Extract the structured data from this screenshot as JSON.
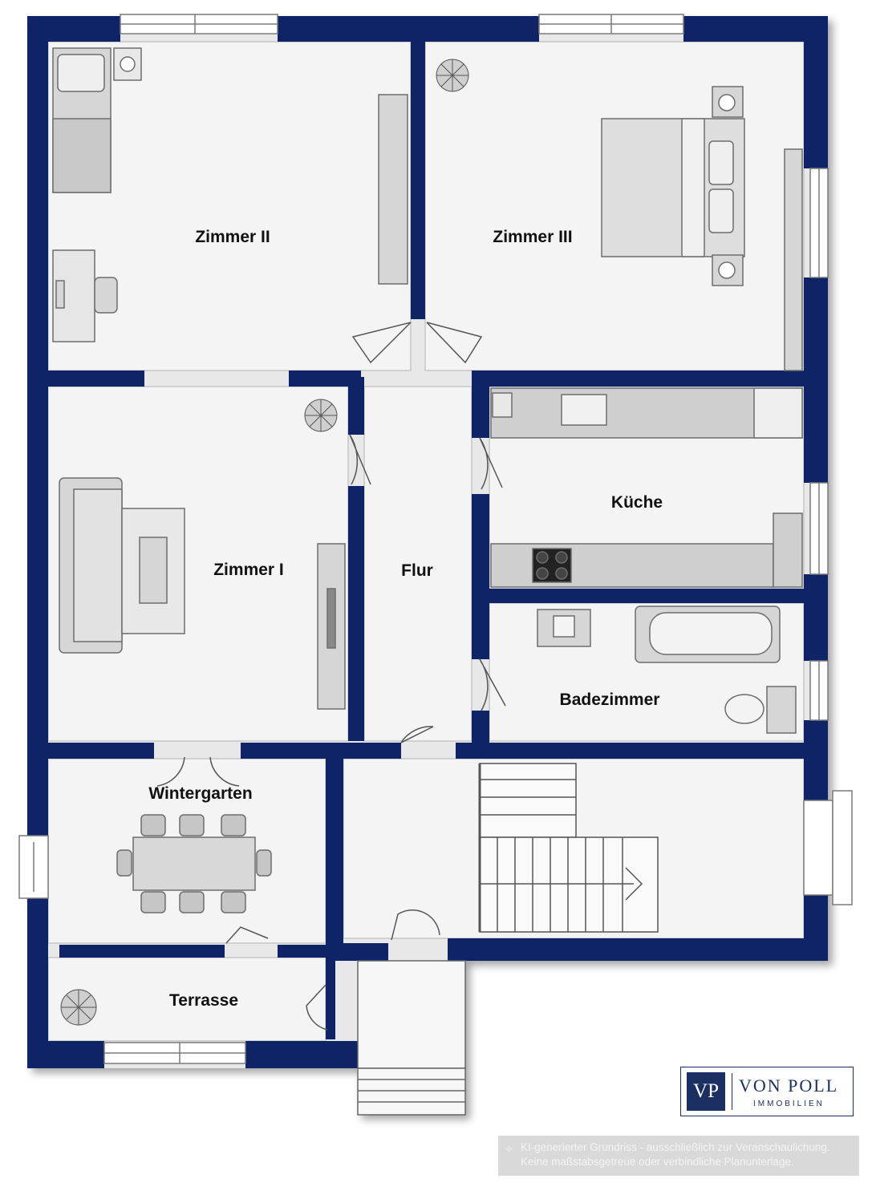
{
  "rooms": {
    "zimmer2": "Zimmer II",
    "zimmer3": "Zimmer III",
    "zimmer1": "Zimmer I",
    "flur": "Flur",
    "kueche": "Küche",
    "badezimmer": "Badezimmer",
    "wintergarten": "Wintergarten",
    "terrasse": "Terrasse"
  },
  "logo": {
    "mark": "VP",
    "name": "VON POLL",
    "subtitle": "IMMOBILIEN"
  },
  "disclaimer": {
    "icon": "sparkle-icon",
    "line1": "KI-generierter Grundriss - ausschließlich zur Veranschaulichung.",
    "line2": "Keine maßstabsgetreue oder verbindliche Planunterlage."
  },
  "colors": {
    "wall": "#0f2466",
    "floor": "#f3f3f3",
    "furniture": "#cfcfcf",
    "logo": "#1b2f63"
  }
}
